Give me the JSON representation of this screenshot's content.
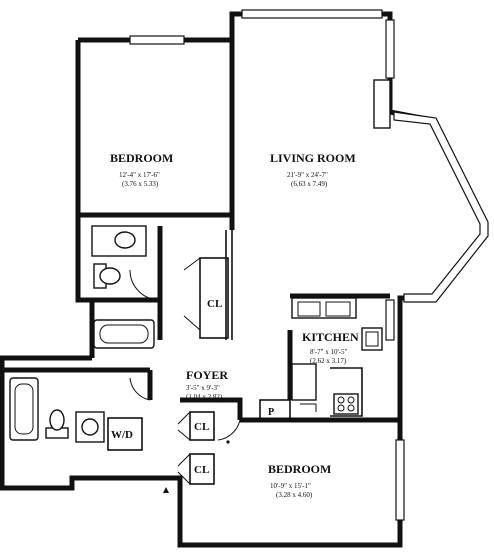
{
  "rooms": {
    "bedroom_1": {
      "name": "BEDROOM",
      "dim_imperial": "12'-4\" x 17'-6\"",
      "dim_metric": "(3.76 x 5.33)"
    },
    "living_room": {
      "name": "LIVING ROOM",
      "dim_imperial": "21'-9\" x 24'-7\"",
      "dim_metric": "(6.63 x 7.49)"
    },
    "kitchen": {
      "name": "KITCHEN",
      "dim_imperial": "8'-7\" x 10'-5\"",
      "dim_metric": "(2.62 x 3.17)"
    },
    "foyer": {
      "name": "FOYER",
      "dim_imperial": "3'-5\" x 9'-3\"",
      "dim_metric": "(1.04 x 2.82)"
    },
    "bedroom_2": {
      "name": "BEDROOM",
      "dim_imperial": "10'-9\" x 15'-1\"",
      "dim_metric": "(3.28 x 4.60)"
    }
  },
  "labels": {
    "closet_1": "CL",
    "closet_2": "CL",
    "closet_3": "CL",
    "washer_dryer": "W/D",
    "pantry": "P"
  }
}
